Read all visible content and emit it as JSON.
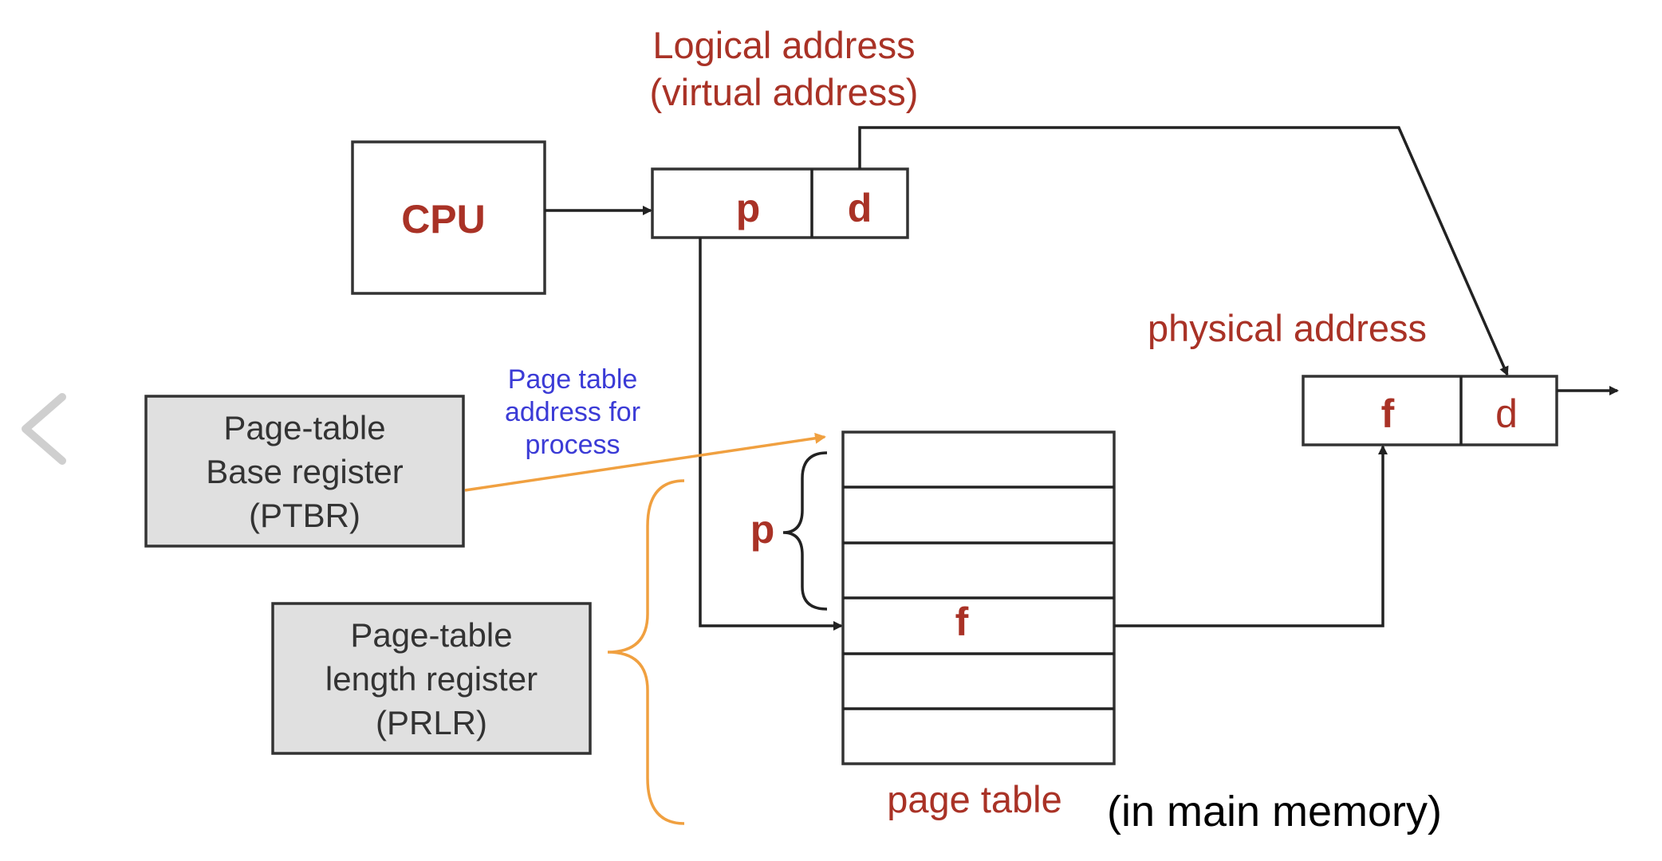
{
  "nav": {
    "back_icon": "chevron-left-icon"
  },
  "labels": {
    "logical_line1": "Logical address",
    "logical_line2": "(virtual address)",
    "cpu": "CPU",
    "p": "p",
    "d": "d",
    "physical": "physical address",
    "f": "f",
    "phys_d": "d",
    "ptbr_line1": "Page-table",
    "ptbr_line2": "Base register",
    "ptbr_line3": "(PTBR)",
    "prlr_line1": "Page-table",
    "prlr_line2": "length register",
    "prlr_line3": "(PRLR)",
    "pt_addr_line1": "Page table",
    "pt_addr_line2": "address for",
    "pt_addr_line3": "process",
    "brace_p": "p",
    "table_f": "f",
    "page_table": "page table",
    "in_main_memory": "(in main memory)"
  },
  "colors": {
    "label_red": "#a93226",
    "annotation_blue": "#3b3bd6",
    "highlight_orange": "#f0a040",
    "register_fill": "#e0e0e0"
  }
}
